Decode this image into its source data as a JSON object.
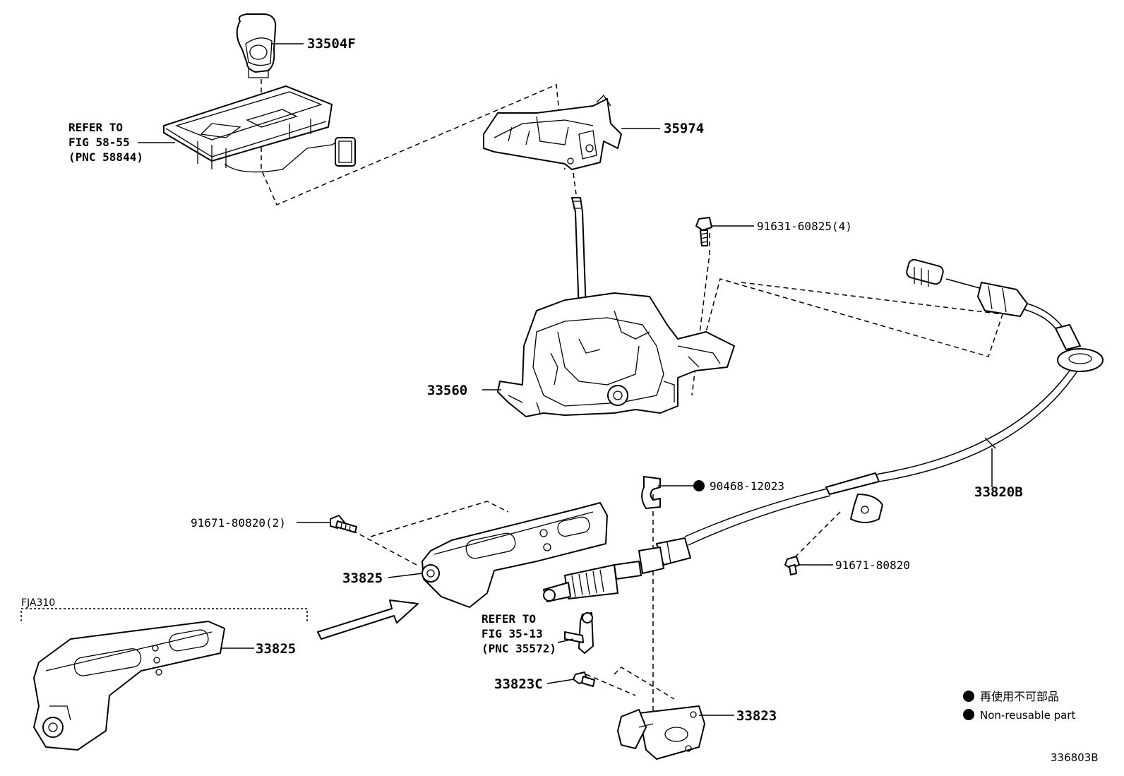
{
  "labels": {
    "shift_knob": "33504F",
    "shift_lever_housing": "35974",
    "shift_lever_assy": "33560",
    "bolt_top": "91631-60825(4)",
    "cable": "33820B",
    "clip": "90468-12023",
    "bolt_bracket": "91671-80820(2)",
    "bracket_main": "33825",
    "bolt_cable": "91671-80820",
    "bracket_alt": "33825",
    "bolt_lower": "33823C",
    "cable_bracket": "33823",
    "variant": "FJA310",
    "diagram_id": "336803B"
  },
  "refs": {
    "ref_top": [
      "REFER TO",
      "FIG 58-55",
      "(PNC 58844)"
    ],
    "ref_mid": [
      "REFER TO",
      "FIG 35-13",
      "(PNC 35572)"
    ]
  },
  "legend": {
    "jp": "再使用不可部品",
    "en": "Non-reusable part"
  }
}
